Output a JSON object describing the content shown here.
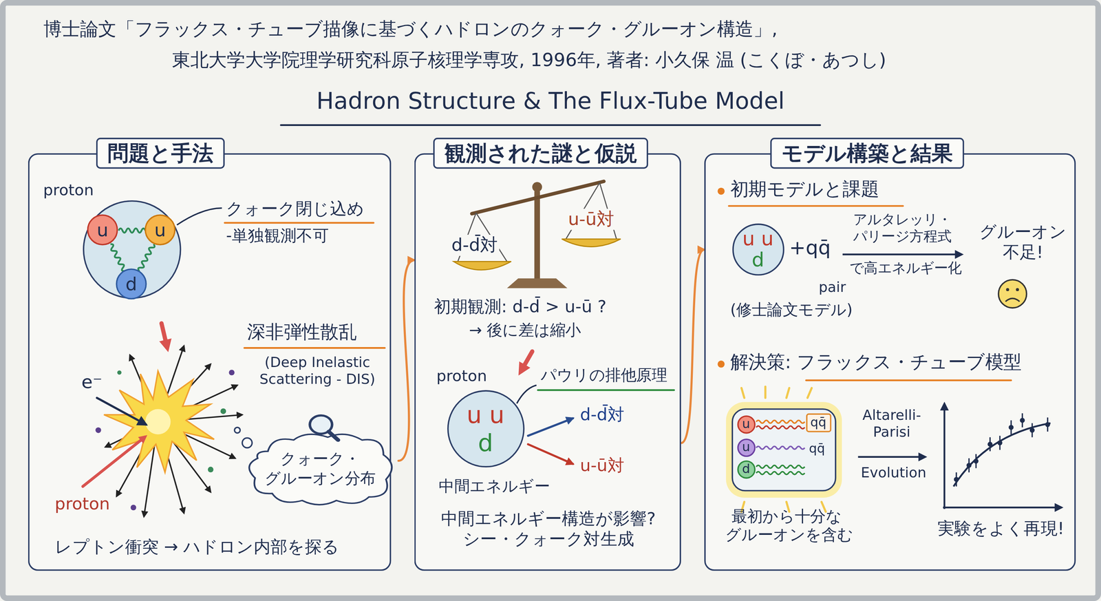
{
  "diagram": {
    "title": "Hadron Structure & The Flux-Tube Model",
    "nodes": [
      {
        "text": [
          "問題と手法"
        ]
      },
      {
        "text": [
          "proton"
        ],
        "in": 0
      },
      {
        "text": [
          "u"
        ],
        "in": 1
      },
      {
        "text": [
          "u"
        ],
        "in": 1
      },
      {
        "text": [
          "d"
        ],
        "in": 1
      },
      {
        "text": [
          "クォーク・ グルーオン分布"
        ],
        "in": 0
      },
      {
        "text": [
          "観測された謎と仮説"
        ]
      },
      {
        "text": [
          "proton",
          "u u",
          "d"
        ],
        "in": 6
      },
      {
        "text": [
          "モデル構築と結果"
        ]
      },
      {
        "text": [
          "u u",
          "d"
        ],
        "in": 8
      },
      {
        "text": [
          "u"
        ],
        "in": 8
      },
      {
        "text": [
          "u"
        ],
        "in": 8
      },
      {
        "text": [
          "d"
        ],
        "in": 8
      },
      {
        "text": [
          "qq̄"
        ],
        "in": 8
      }
    ],
    "edges": [
      {
        "from": 5,
        "to": 6,
        "arrow": "to"
      },
      {
        "from": 6,
        "to": 8,
        "arrow": "to"
      }
    ],
    "labels": [
      "博士論文「フラックス・チューブ描像に基づくハドロンのクォーク・グルーオン構造」,",
      "東北大学大学院理学研究科原子核理学専攻, 1996年, 著者: 小久保 温 (こくぼ・あつし)",
      "クォーク閉じ込め",
      "-単独観測不可",
      "深非弾性散乱",
      "(Deep Inelastic Scattering - DIS)",
      "e⁻",
      "proton",
      "レプトン衝突 → ハドロン内部を探る",
      "d-d̄対",
      "u-ū対",
      "初期観測: d-d̄ > u-ū ?",
      "→ 後に差は縮小",
      "パウリの排他原理",
      "d-d̄対",
      "u-ū対",
      "中間エネルギー",
      "中間エネルギー構造が影響? シー・クォーク対生成",
      "初期モデルと課題",
      "+qq̄",
      "pair",
      "(修士論文モデル)",
      "アルタレッリ・ パリージ方程式",
      "で高エネルギー化",
      "グルーオン 不足!",
      "解決策: フラックス・チューブ模型",
      "qq̄",
      "Altarelli- Parisi",
      "Evolution",
      "最初から十分な グルーオンを含む",
      "実験をよく再現!"
    ]
  }
}
